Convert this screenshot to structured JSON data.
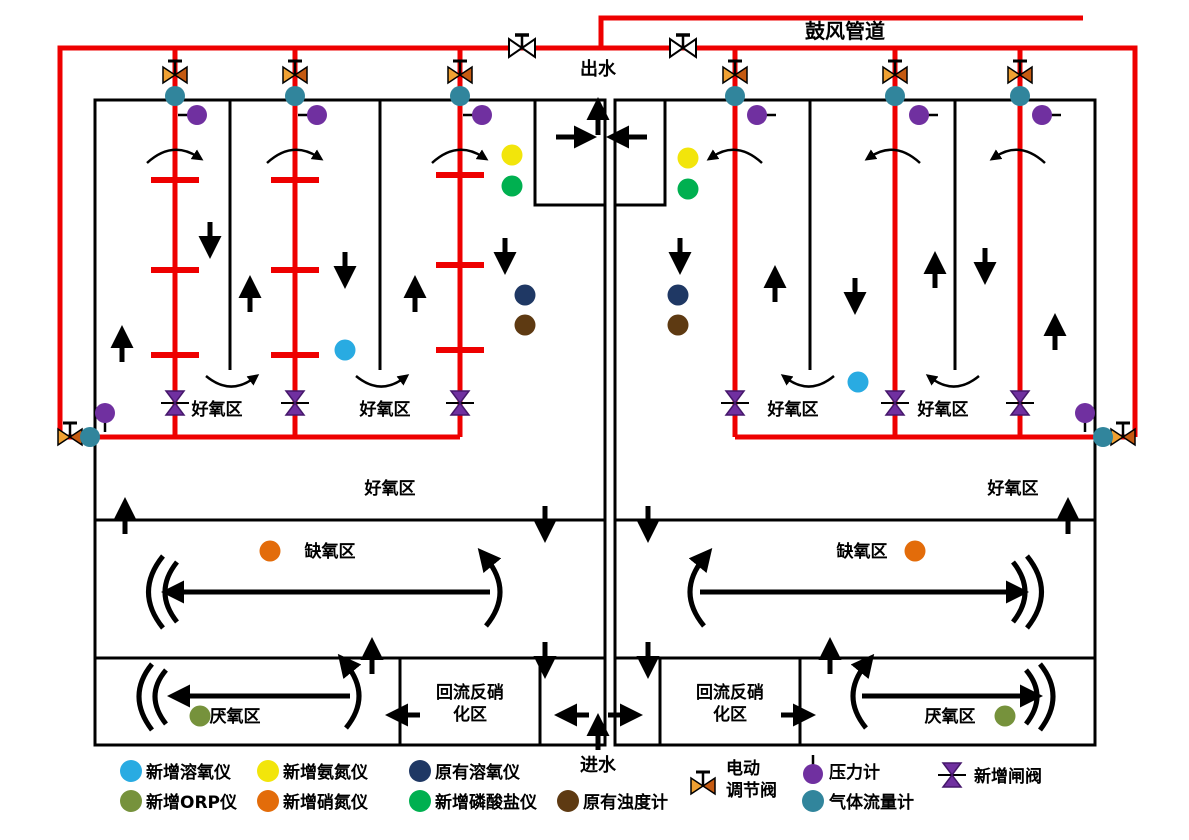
{
  "diagram": {
    "labels": {
      "blower_pipeline": "鼓风管道",
      "effluent": "出水",
      "influent": "进水",
      "aerobic_zone": "好氧区",
      "anoxic_zone": "缺氧区",
      "anaerobic_zone": "厌氧区",
      "reflux_denitrification_line1": "回流反硝",
      "reflux_denitrification_line2": "化区"
    },
    "colors": {
      "pipe_red": "#EE0000",
      "wall_black": "#000000",
      "new_do_meter": "#29ABE2",
      "new_ammonia_meter": "#F2E50B",
      "original_do_meter": "#1F3864",
      "new_orp_meter": "#76923C",
      "new_nitrate_meter": "#E36C0A",
      "new_phosphate_meter": "#00B050",
      "original_turbidity_meter": "#5E3A12",
      "pressure_gauge": "#7030A0",
      "gas_flow_meter": "#31859C",
      "gate_valve": "#7030A0",
      "regulating_valve": "#F0A132"
    },
    "legend": {
      "row1": [
        {
          "label": "新增溶氧仪",
          "color": "#29ABE2"
        },
        {
          "label": "新增氨氮仪",
          "color": "#F2E50B"
        },
        {
          "label": "原有溶氧仪",
          "color": "#1F3864"
        },
        {
          "label_line1": "电动",
          "label_line2": "调节阀"
        },
        {
          "label": "压力计",
          "color": "#7030A0"
        },
        {
          "label": "新增闸阀",
          "color": "#7030A0"
        }
      ],
      "row2": [
        {
          "label": "新增ORP仪",
          "color": "#76923C"
        },
        {
          "label": "新增硝氮仪",
          "color": "#E36C0A"
        },
        {
          "label": "新增磷酸盐仪",
          "color": "#00B050"
        },
        {
          "label": "原有浊度计",
          "color": "#5E3A12"
        },
        {
          "label": "气体流量计",
          "color": "#31859C"
        }
      ]
    }
  }
}
